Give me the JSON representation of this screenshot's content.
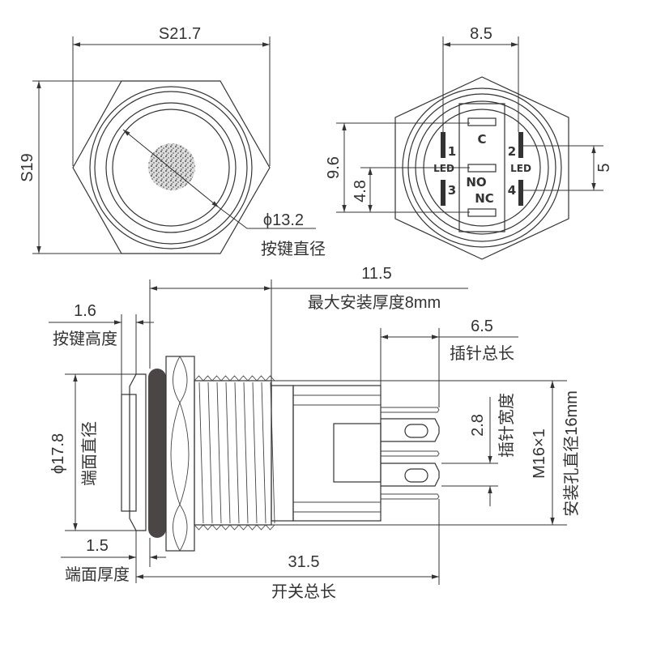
{
  "front_view": {
    "width_across_corners": "S21.7",
    "width_across_flats": "S19",
    "button_diameter": "ϕ13.2",
    "button_diameter_label": "按键直径"
  },
  "rear_view": {
    "pin_spacing": "8.5",
    "vertical_span": "9.6",
    "half_span": "4.8",
    "led_spacing": "5",
    "pins": {
      "c": "C",
      "p1": "1",
      "p2": "2",
      "led_left": "LED",
      "led_right": "LED",
      "p3": "3",
      "p4": "4",
      "no": "NO",
      "nc": "NC"
    }
  },
  "side_view": {
    "thread_length": "11.5",
    "max_mount_thickness": "最大安装厚度8mm",
    "button_height": "1.6",
    "button_height_label": "按键高度",
    "pin_length": "6.5",
    "pin_length_label": "插针总长",
    "face_diameter": "ϕ17.8",
    "face_diameter_label": "端面直径",
    "face_thickness": "1.5",
    "face_thickness_label": "端面厚度",
    "total_length": "31.5",
    "total_length_label": "开关总长",
    "pin_width": "2.8",
    "pin_width_label": "插针宽度",
    "thread": "M16×1",
    "hole_diameter_label": "安装孔直径16mm"
  }
}
